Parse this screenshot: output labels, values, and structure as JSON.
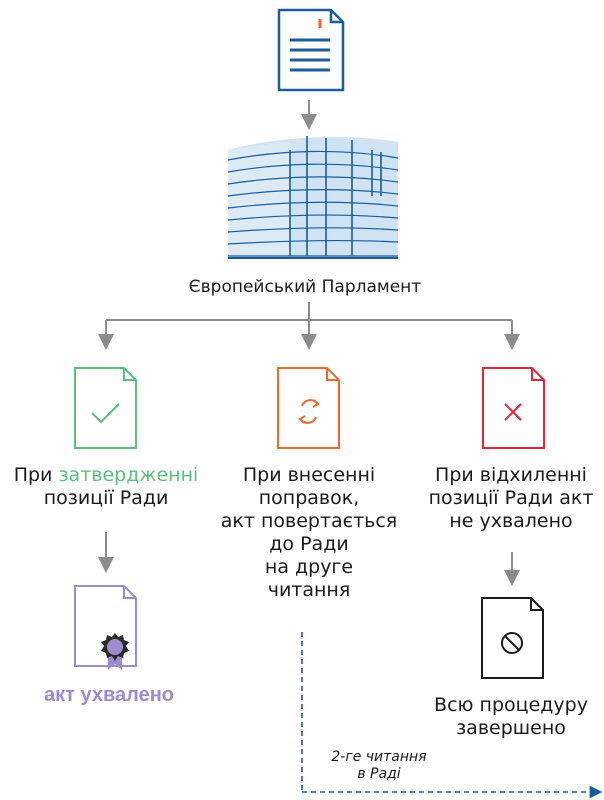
{
  "parliament": {
    "label": "Європейський Парламент"
  },
  "branches": {
    "approve": {
      "prefix": "При ",
      "highlight": "затвердженні",
      "line2": "позиції Ради"
    },
    "amend": {
      "lines": [
        "При внесенні",
        "поправок,",
        "акт повертається",
        "до Ради",
        "на друге",
        "читання"
      ]
    },
    "reject": {
      "lines": [
        "При відхиленні",
        "позиції Ради акт",
        "не  ухвалено"
      ]
    }
  },
  "result_approved": {
    "label": "акт ухвалено"
  },
  "result_terminated": {
    "lines": [
      "Всю процедуру",
      "завершено"
    ]
  },
  "second_reading": {
    "lines": [
      "2-ге читання",
      "в Раді"
    ]
  },
  "colors": {
    "blue": "#1a5c9e",
    "light_blue": "#cfe3f2",
    "grey_arrow": "#8c8c8c",
    "green": "#5cbf7f",
    "orange": "#ec6a2c",
    "red": "#e0283a",
    "purple": "#9b8ccf",
    "dashed_blue": "#1a5c9e"
  }
}
